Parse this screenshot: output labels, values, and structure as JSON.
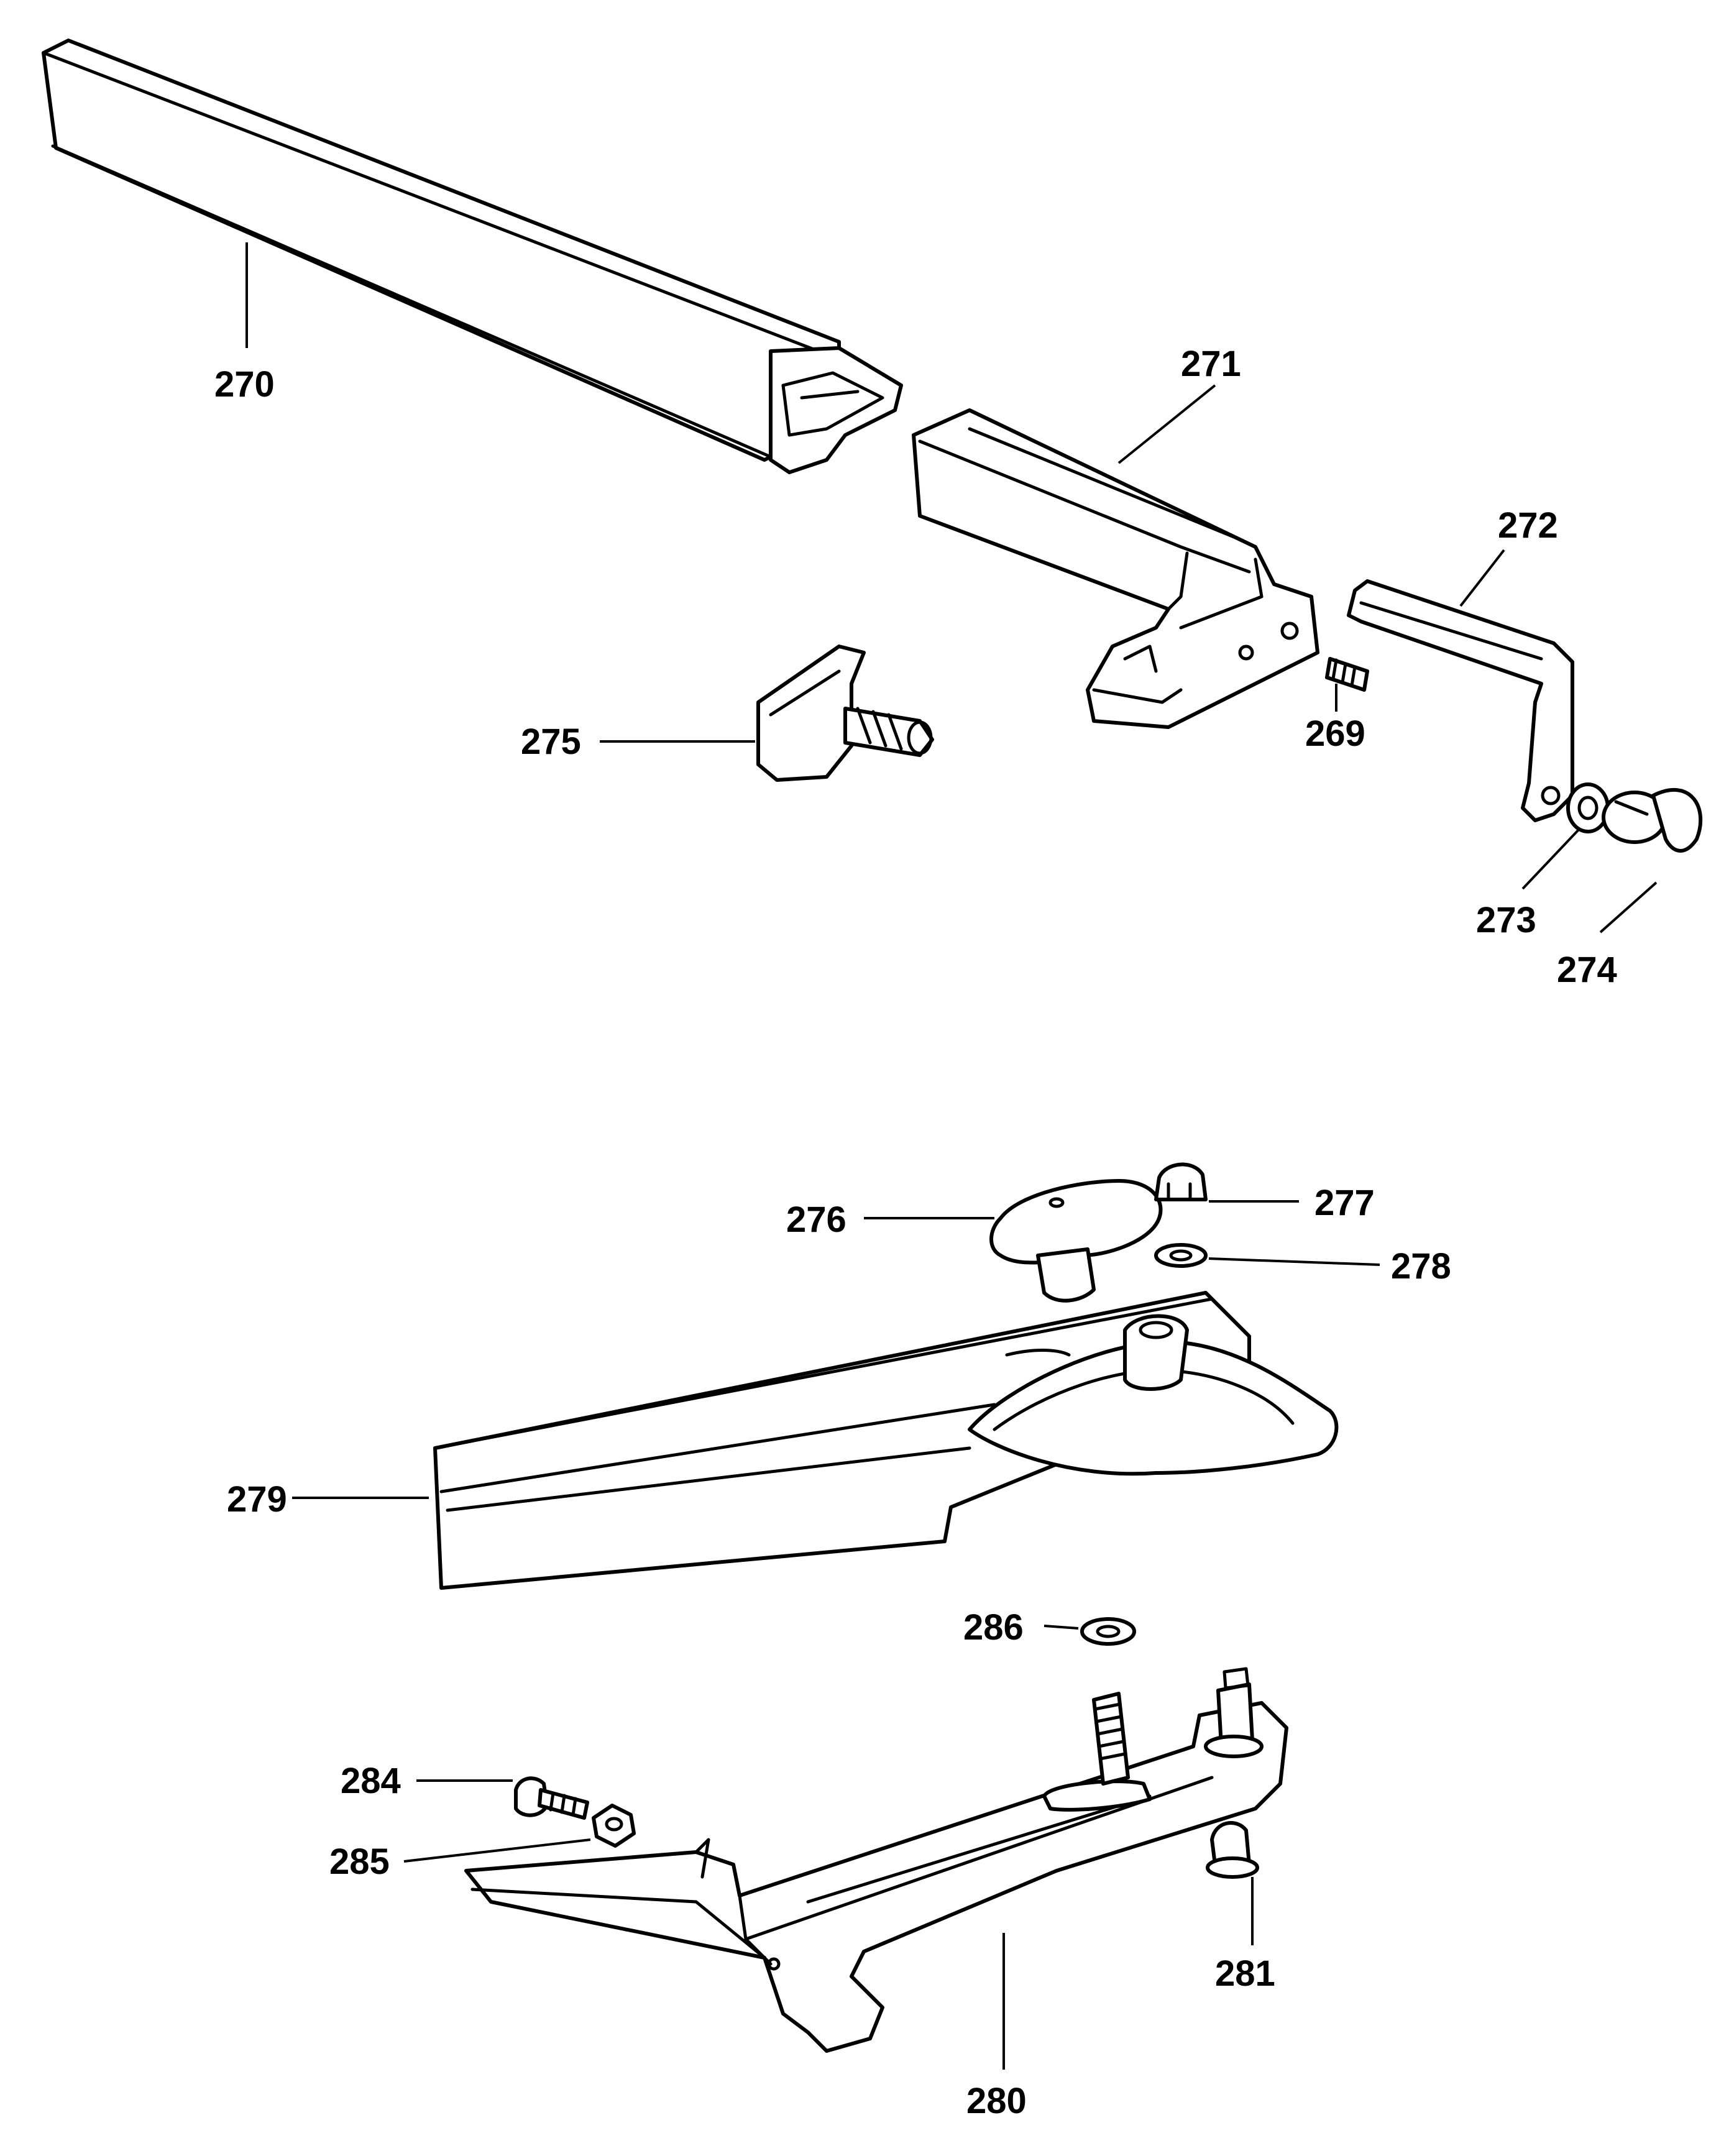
{
  "callouts": {
    "c270": "270",
    "c271": "271",
    "c272": "272",
    "c275": "275",
    "c269": "269",
    "c273": "273",
    "c274": "274",
    "c276": "276",
    "c277": "277",
    "c278": "278",
    "c279": "279",
    "c286": "286",
    "c284": "284",
    "c285": "285",
    "c281": "281",
    "c280": "280"
  }
}
